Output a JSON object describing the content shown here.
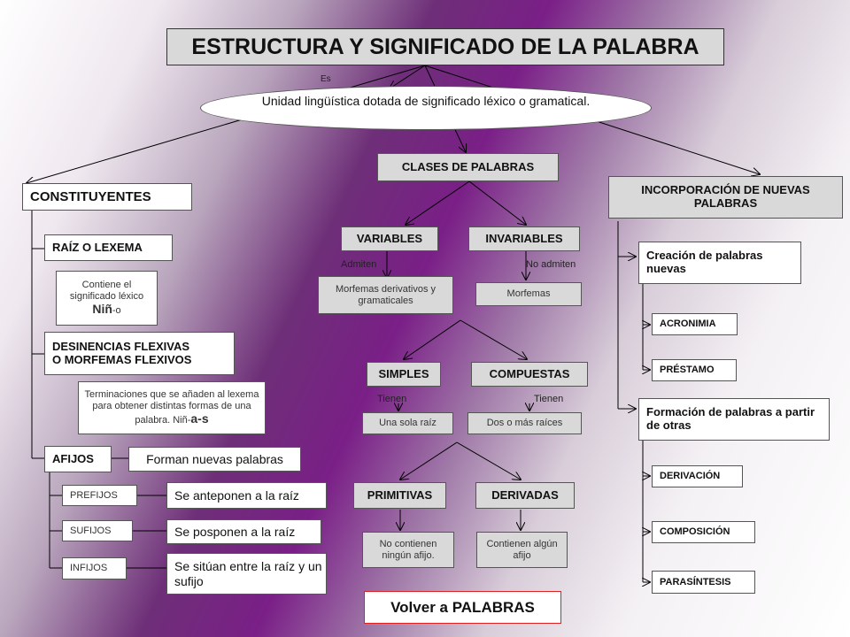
{
  "title": "ESTRUCTURA Y SIGNIFICADO DE LA PALABRA",
  "es_label": "Es",
  "definition": "Unidad lingüística dotada de significado léxico o gramatical.",
  "constituyentes": {
    "heading": "CONSTITUYENTES",
    "raiz": {
      "title": "RAÍZ O LEXEMA",
      "desc": "Contiene el significado léxico",
      "example_root": "Niñ",
      "example_suffix": "-o"
    },
    "desinencias": {
      "title_line1": "DESINENCIAS FLEXIVAS",
      "title_line2": "O MORFEMAS FLEXIVOS",
      "desc": "Terminaciones que se añaden al lexema para obtener distintas formas de una palabra. Niñ-",
      "example_suffix": "a-s"
    },
    "afijos": {
      "title": "AFIJOS",
      "desc": "Forman nuevas palabras",
      "items": [
        {
          "name": "PREFIJOS",
          "desc": "Se anteponen a la raíz"
        },
        {
          "name": "SUFIJOS",
          "desc": "Se posponen a la raíz"
        },
        {
          "name": "INFIJOS",
          "desc": "Se sitúan entre la raíz y un sufijo"
        }
      ]
    }
  },
  "clases": {
    "heading": "CLASES DE PALABRAS",
    "variables": "VARIABLES",
    "invariables": "INVARIABLES",
    "admiten": "Admiten",
    "no_admiten": "No admiten",
    "morfemas_deriv": "Morfemas derivativos y gramaticales",
    "morfemas": "Morfemas",
    "simples": "SIMPLES",
    "compuestas": "COMPUESTAS",
    "tienen_1": "Tienen",
    "tienen_2": "Tienen",
    "una_raiz": "Una sola raíz",
    "dos_raices": "Dos o más raíces",
    "primitivas": "PRIMITIVAS",
    "derivadas": "DERIVADAS",
    "no_afijo": "No contienen ningún afijo.",
    "algun_afijo": "Contienen algún afijo"
  },
  "incorporacion": {
    "heading": "INCORPORACIÓN DE NUEVAS PALABRAS",
    "creacion": "Creación de palabras nuevas",
    "creacion_items": [
      "ACRONIMIA",
      "PRÉSTAMO"
    ],
    "formacion": "Formación de palabras a partir de otras",
    "formacion_items": [
      "DERIVACIÓN",
      "COMPOSICIÓN",
      "PARASÍNTESIS"
    ]
  },
  "back_link": "Volver a PALABRAS",
  "colors": {
    "box_gray": "#d9d9d9",
    "link_border": "#e02020",
    "line": "#000000"
  }
}
